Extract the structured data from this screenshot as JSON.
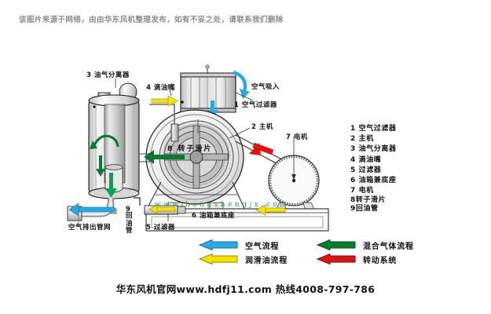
{
  "disclaimer": "该图片来源于网络，由由华东风机整理发布，如有不妥之处，请联系我们删除",
  "diagram": {
    "callouts": {
      "separator": "3 油气分离器",
      "drip_nozzle": "4 滴油嘴",
      "air_intake": "空气吸入",
      "air_filter": "1 空气过滤器",
      "main_unit": "2 主机",
      "motor": "7 电机",
      "rotor_vane": "8 转子滑片",
      "oil_tank_base": "6 油箱兼底座",
      "filter": "5 过滤器",
      "air_outlet_pipe": "空气排出管网",
      "oil_return_num": "9",
      "oil_return_pipe": "回油管"
    },
    "watermark": "www.hongshengjx.com"
  },
  "parts_list": [
    "1 空气过滤器",
    "2 主机",
    "3 油气分离器",
    "4 滴油嘴",
    "5 过滤器",
    "6 油箱兼底座",
    "7 电机",
    "8转子滑片",
    "9回油管"
  ],
  "legend": [
    {
      "label": "空气流程",
      "color": "#29a9e1",
      "stroke": "#1b6aa5"
    },
    {
      "label": "混合气体流程",
      "color": "#0a7a30",
      "stroke": "#064d1e"
    },
    {
      "label": "润滑油流程",
      "color": "#f5e400",
      "stroke": "#8d8500"
    },
    {
      "label": "转动系统",
      "color": "#d81616",
      "stroke": "#7d0c0c"
    }
  ],
  "footer": "华东风机官网www.hdfj11.com 热线4008-797-786",
  "colors": {
    "air": "#29a9e1",
    "gas": "#0a7a30",
    "oil": "#f5e400",
    "drive": "#d81616",
    "metal_light": "#f2f2f2",
    "metal_mid": "#cfcfcf",
    "outline": "#1a1a1a"
  }
}
